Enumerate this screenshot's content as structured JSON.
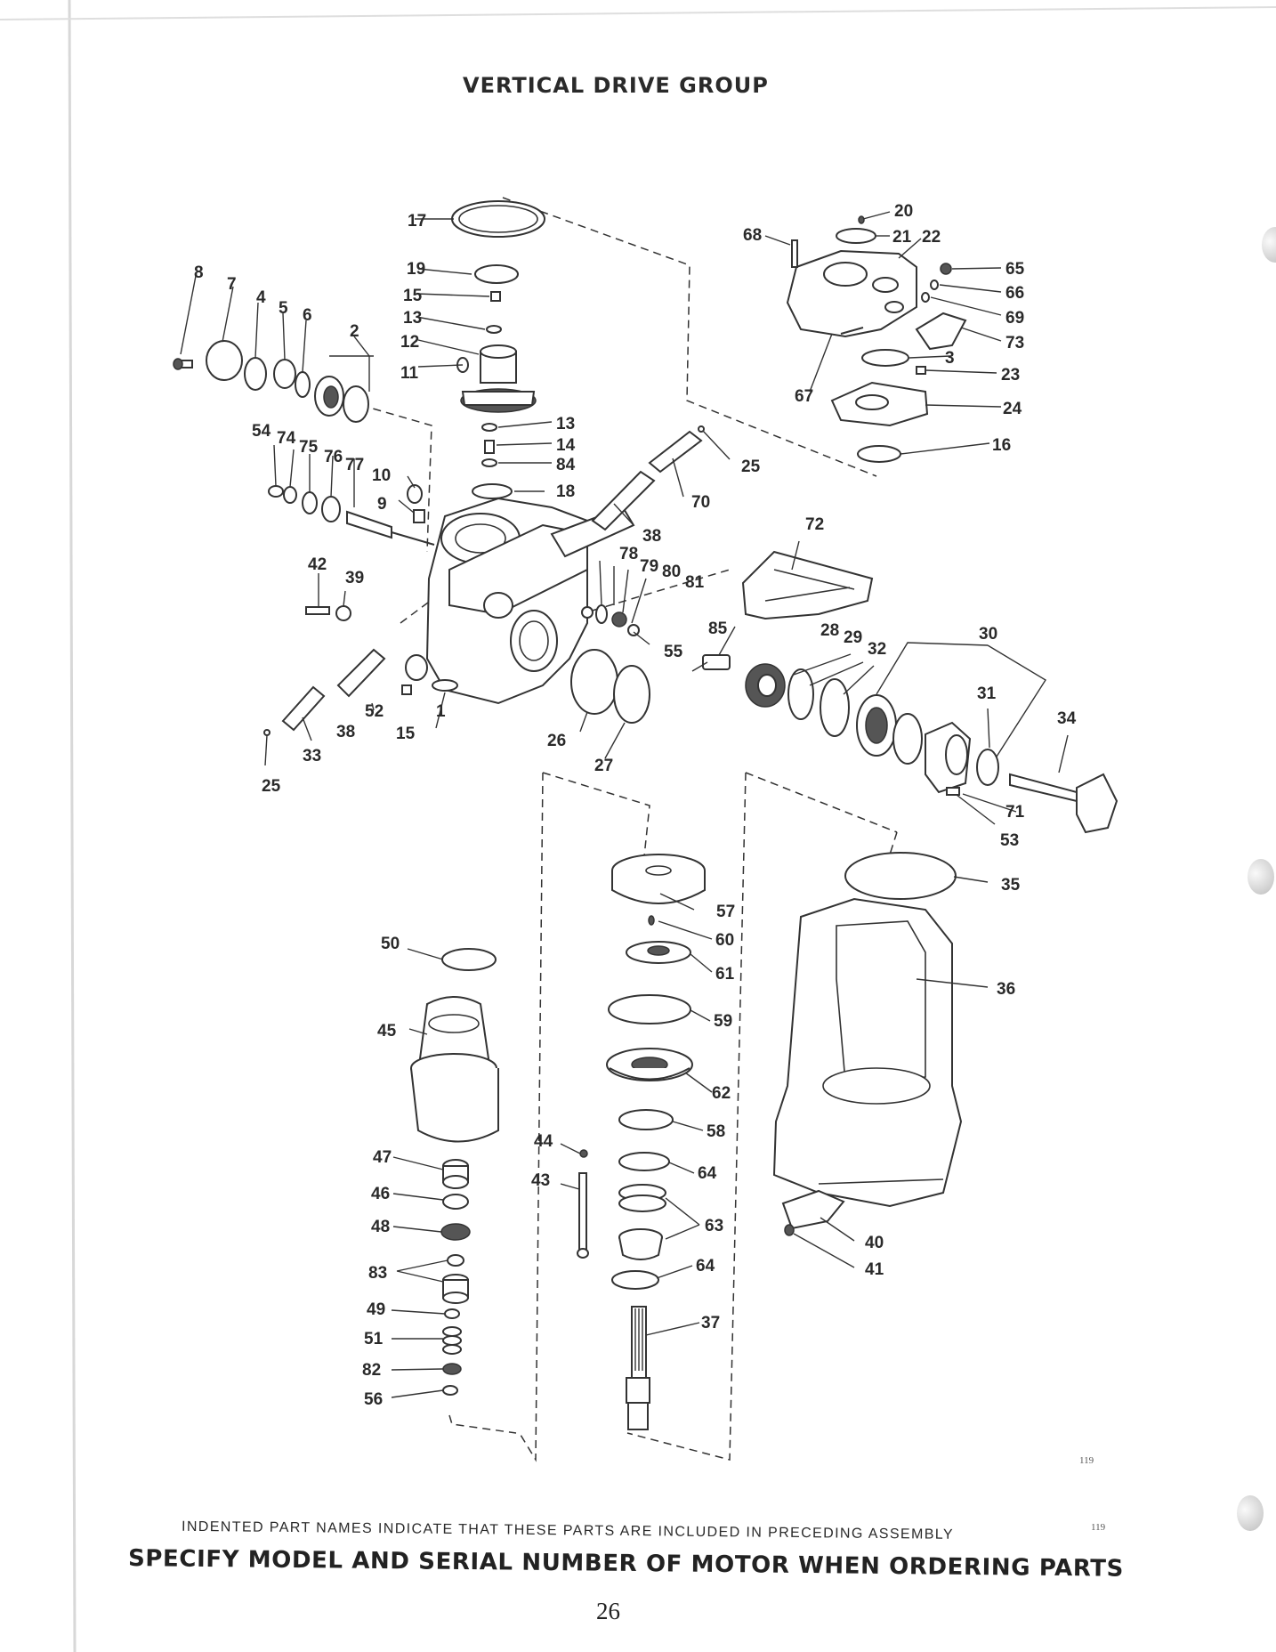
{
  "page": {
    "title": "VERTICAL DRIVE GROUP",
    "note": "INDENTED PART NAMES INDICATE THAT THESE PARTS ARE INCLUDED IN PRECEDING ASSEMBLY",
    "note_code": "119",
    "specify_text": "SPECIFY MODEL AND SERIAL NUMBER OF MOTOR WHEN ORDERING PARTS",
    "figure_code": "119",
    "page_number": "26"
  },
  "callouts": [
    "1",
    "2",
    "3",
    "4",
    "5",
    "6",
    "7",
    "8",
    "9",
    "10",
    "11",
    "12",
    "13",
    "14",
    "15",
    "16",
    "17",
    "18",
    "19",
    "20",
    "21",
    "22",
    "23",
    "24",
    "25",
    "26",
    "27",
    "28",
    "29",
    "30",
    "31",
    "32",
    "33",
    "34",
    "35",
    "36",
    "37",
    "38",
    "39",
    "40",
    "41",
    "42",
    "43",
    "44",
    "45",
    "46",
    "47",
    "48",
    "49",
    "50",
    "51",
    "52",
    "53",
    "54",
    "55",
    "56",
    "57",
    "58",
    "59",
    "60",
    "61",
    "62",
    "63",
    "64",
    "65",
    "66",
    "67",
    "68",
    "69",
    "70",
    "71",
    "72",
    "73",
    "74",
    "75",
    "76",
    "77",
    "78",
    "79",
    "80",
    "81",
    "82",
    "83",
    "84",
    "85"
  ]
}
